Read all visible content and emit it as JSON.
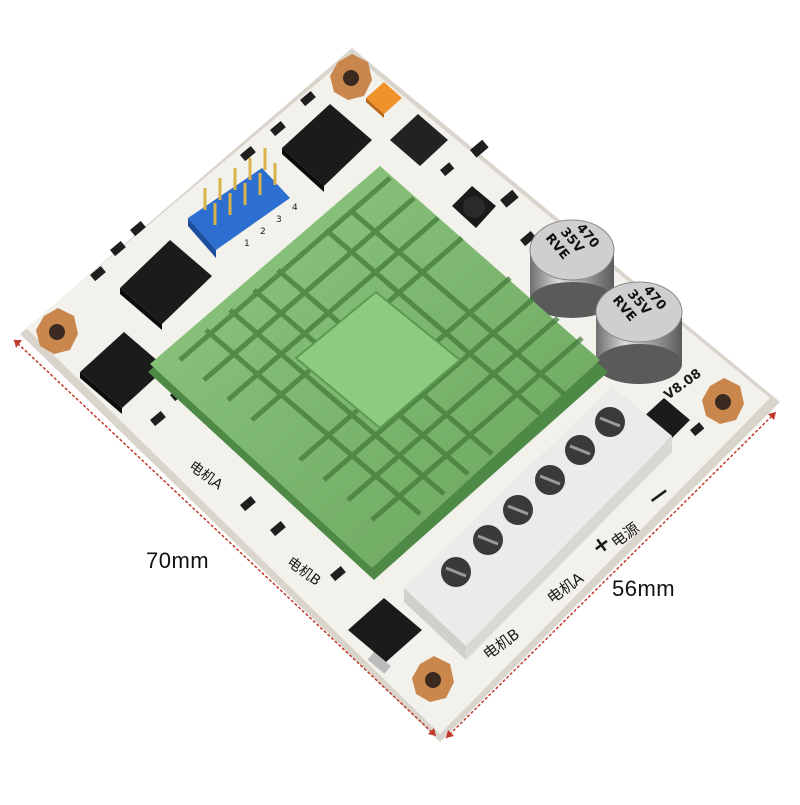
{
  "dimensions": {
    "width_label": "70mm",
    "height_label": "56mm"
  },
  "board": {
    "version_label": "V8.08",
    "silkscreen": {
      "motor_a_left": "电机A",
      "motor_b_left": "电机B",
      "motor_a_term": "电机A",
      "motor_b_term": "电机B",
      "power_term": "电源",
      "plus_sign": "+",
      "minus_sign": "—",
      "header_numbers": [
        "1",
        "2",
        "3",
        "4"
      ]
    },
    "capacitors": [
      {
        "line1": "470",
        "line2": "35V",
        "line3": "RVE"
      },
      {
        "line1": "470",
        "line2": "35V",
        "line3": "RVE"
      }
    ]
  },
  "colors": {
    "pcb": "#f3f1ec",
    "heatsink": "#7bb56b",
    "heatsink_dark": "#4e8a45",
    "terminal": "#ebebea",
    "header": "#2d6fd0",
    "copper": "#c9874e",
    "dimension_line": "#c0392b"
  }
}
